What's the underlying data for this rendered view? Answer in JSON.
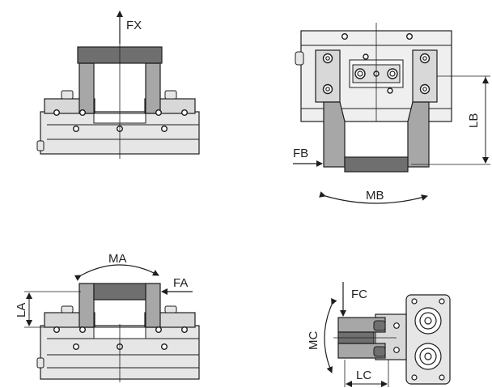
{
  "colors": {
    "line": "#1e1e1e",
    "body_fill": "#e6e6e6",
    "body_light": "#f2f2f2",
    "dark_plate": "#6f6f6f",
    "jaw_fill": "#a7a7a7"
  },
  "labels": {
    "fx": "FX",
    "fb": "FB",
    "mb": "MB",
    "lb": "LB",
    "ma": "MA",
    "fa": "FA",
    "la": "LA",
    "fc": "FC",
    "mc": "MC",
    "lc": "LC"
  }
}
